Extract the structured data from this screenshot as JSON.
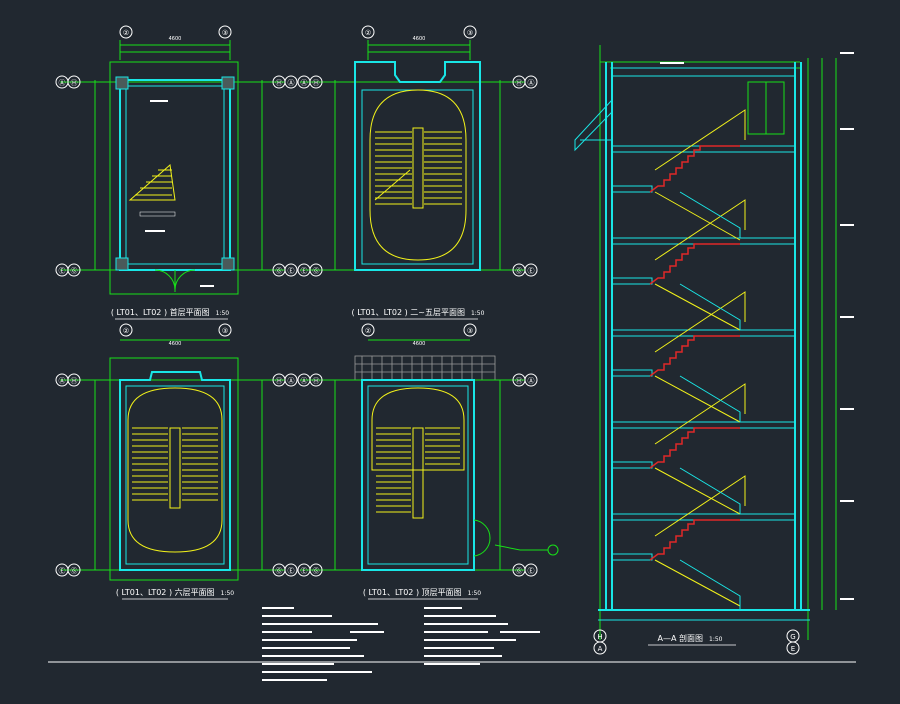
{
  "drawing": {
    "plans": [
      {
        "id": "ground",
        "title": "( LT01、LT02 ) 首层平面图",
        "scale": "1:50"
      },
      {
        "id": "second_fifth",
        "title": "( LT01、LT02 ) 二~五层平面图",
        "scale": "1:50"
      },
      {
        "id": "sixth",
        "title": "( LT01、LT02 ) 六层平面图",
        "scale": "1:50"
      },
      {
        "id": "roof",
        "title": "( LT01、LT02 ) 顶层平面图",
        "scale": "1:50"
      }
    ],
    "section": {
      "title": "A—A 剖面图",
      "scale": "1:50"
    },
    "grid_labels": {
      "top_left": "②",
      "top_right": "③",
      "row_top": "Ⓐ",
      "row_top_alt": "Ⓗ",
      "row_bottom": "Ⓖ",
      "row_bottom_alt": "Ⓔ",
      "section_bottom_left": "H",
      "section_bottom_left_alt": "A",
      "section_bottom_right": "G",
      "section_bottom_right_alt": "E"
    },
    "dim_top": "4600",
    "colors": {
      "background": "#212830",
      "wall": "#19e6e6",
      "dimension": "#18e018",
      "stair": "#f2f21a",
      "text": "#ffffff",
      "stair_section": "#e02828",
      "hatch": "#9a9a9a"
    }
  }
}
